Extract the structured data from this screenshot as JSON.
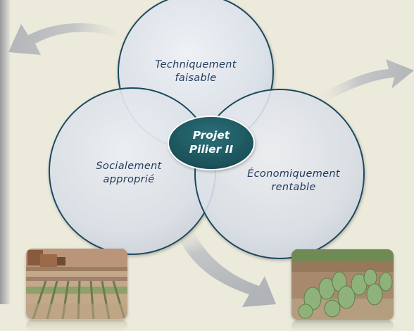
{
  "circles": {
    "top": "Techniquement faisable",
    "left": "Socialement approprié",
    "right": "Économiquement rentable"
  },
  "center": {
    "line1": "Projet",
    "line2": "Pilier II"
  },
  "colors": {
    "background": "#eceadb",
    "circle_fill": "#dde3ea",
    "circle_stroke": "#1e4a5e",
    "center_fill": "#1f5a63",
    "label_text": "#1f3a5c",
    "arrow": "#b9bcc0"
  },
  "images": {
    "left": "terraced-field-photo",
    "right": "prickly-pear-cactus-photo"
  }
}
